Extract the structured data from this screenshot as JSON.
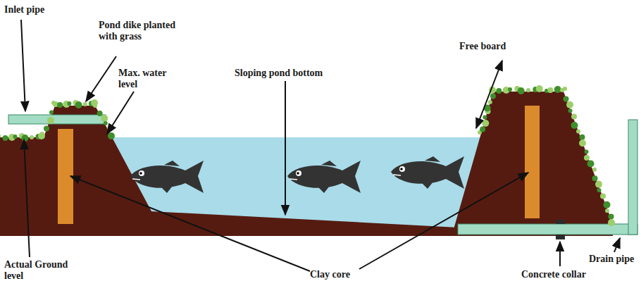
{
  "diagram": {
    "labels": [
      "Inlet pipe",
      "Pond dike planted with grass",
      "Max. water level",
      "Sloping pond bottom",
      "Free board",
      "Actual Ground level",
      "Clay core",
      "Drain pipe",
      "Concrete collar"
    ]
  }
}
